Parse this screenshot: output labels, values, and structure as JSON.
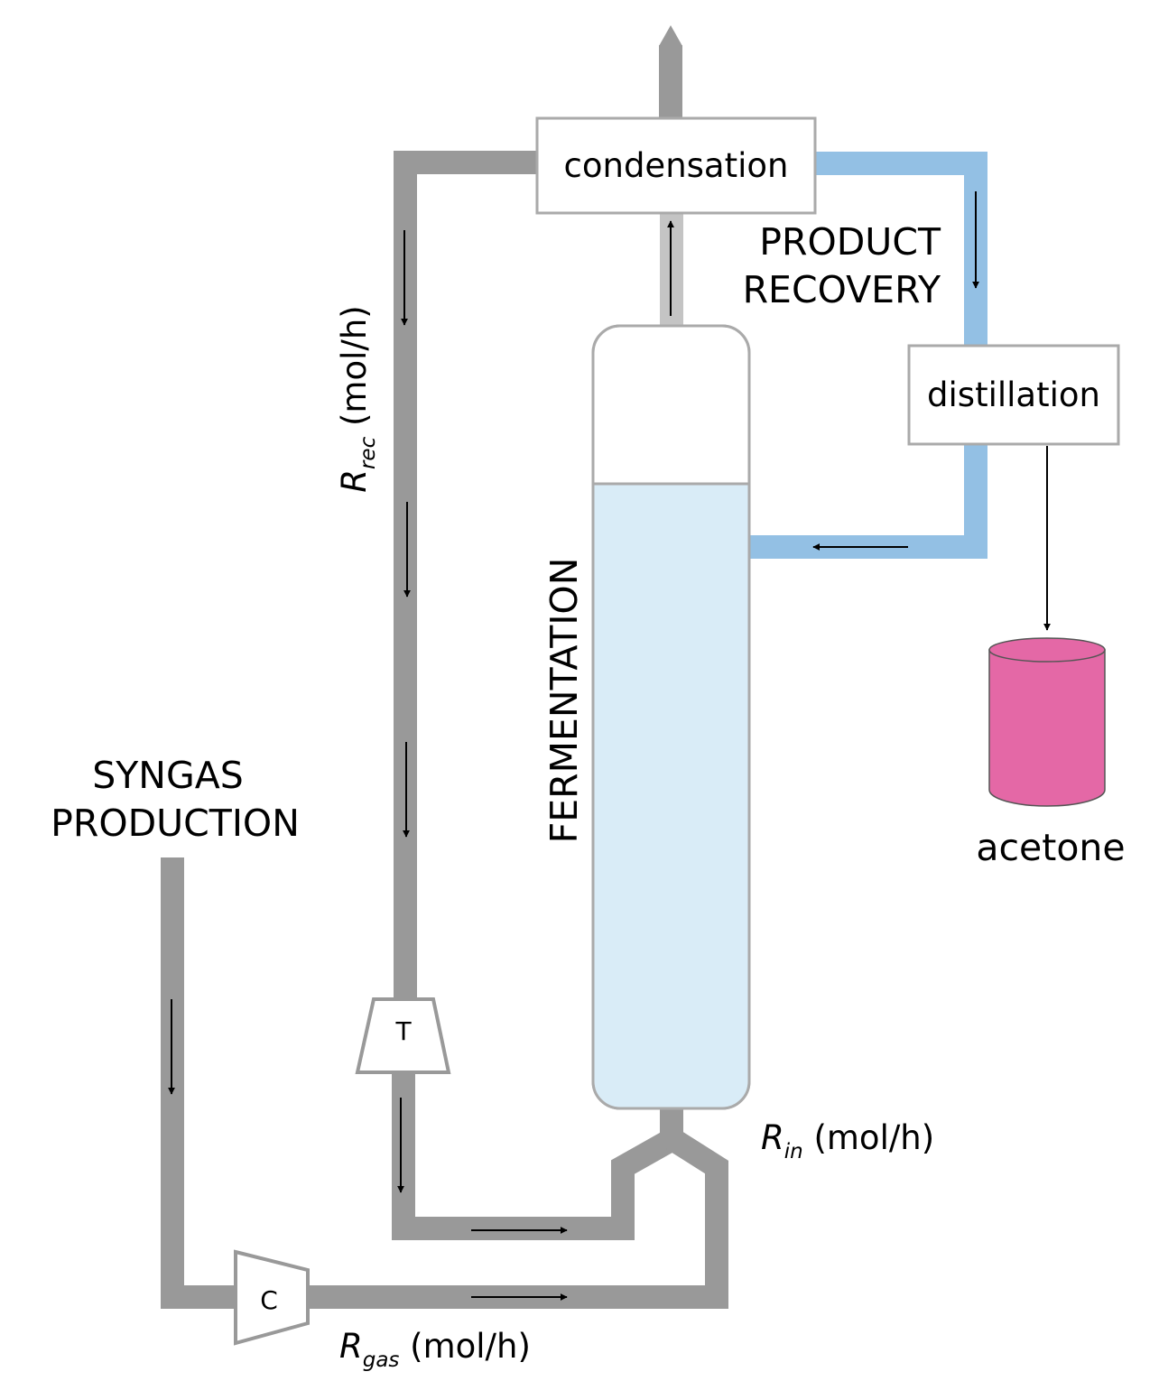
{
  "labels": {
    "condensation": "condensation",
    "distillation": "distillation",
    "product_recovery_line1": "PRODUCT",
    "product_recovery_line2": "RECOVERY",
    "fermentation": "FERMENTATION",
    "syngas_line1": "SYNGAS",
    "syngas_line2": "PRODUCTION",
    "acetone": "acetone",
    "compressor": "C",
    "turbine": "T"
  },
  "flows": {
    "r_rec": {
      "symbol": "R",
      "subscript": "rec",
      "unit": " (mol/h)"
    },
    "r_in": {
      "symbol": "R",
      "subscript": "in",
      "unit": " (mol/h)"
    },
    "r_gas": {
      "symbol": "R",
      "subscript": "gas",
      "unit": " (mol/h)"
    }
  },
  "colors": {
    "gas_pipe": "#999999",
    "light_gas_pipe": "#c4c4c4",
    "liquid_pipe": "#93c0e4",
    "reactor_liquid": "#d9ecf7",
    "reactor_outline": "#aaaaaa",
    "acetone_tank": "#e468a6"
  }
}
